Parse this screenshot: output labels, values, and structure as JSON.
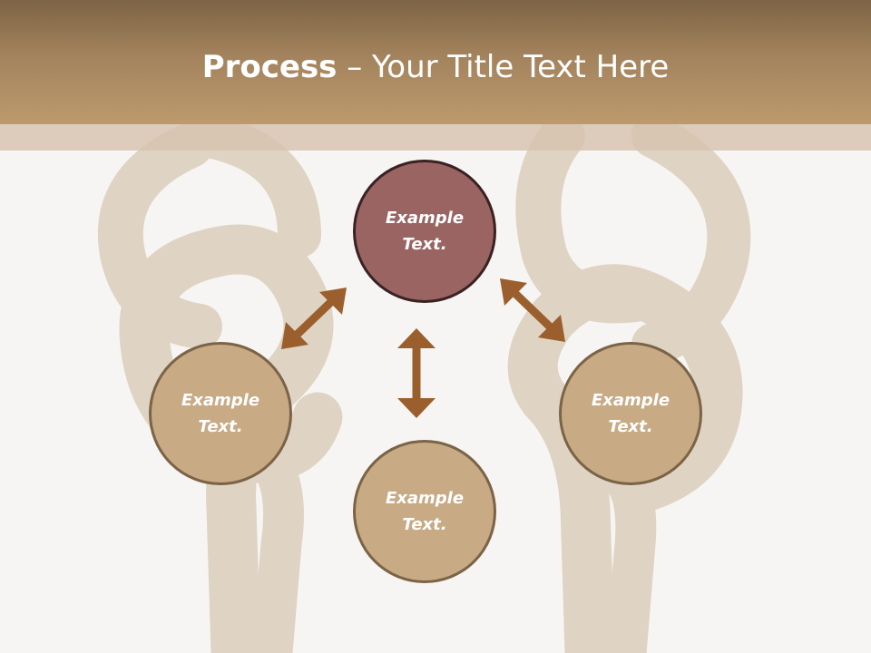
{
  "title": {
    "bold": "Process",
    "rest": " – Your Title Text Here"
  },
  "nodes": {
    "top": "Example Text.",
    "left": "Example Text.",
    "bottom": "Example Text.",
    "right": "Example Text."
  },
  "colors": {
    "header": "#a3835d",
    "arrow": "#9a5f2c",
    "top_node": "#9a6462",
    "side_node": "#c8aa84"
  }
}
